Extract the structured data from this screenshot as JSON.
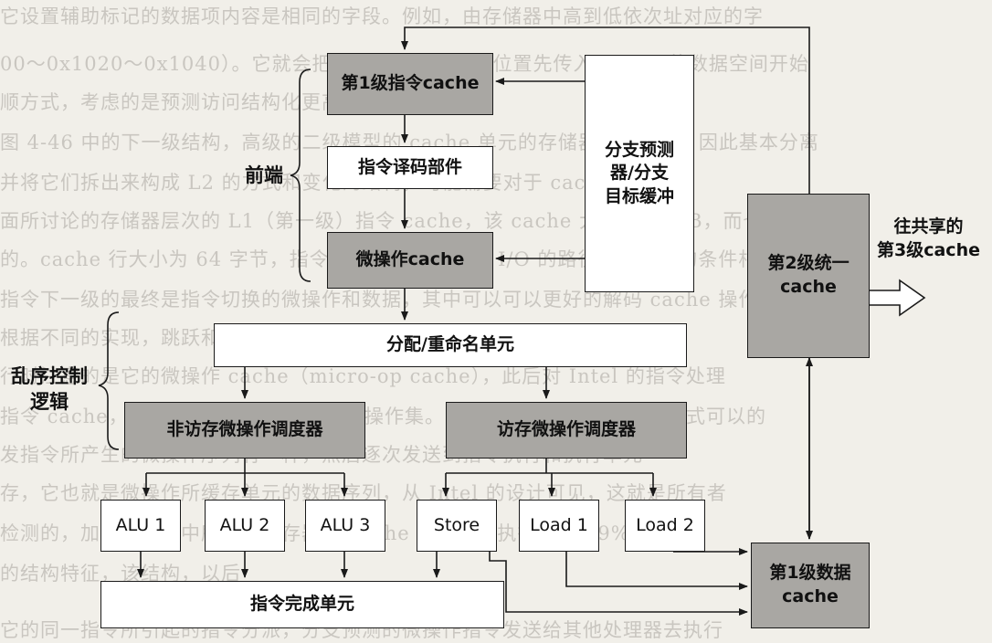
{
  "background_text": [
    "它设置辅助标记的数据项内容是相同的字段。例如，由存储器中高到低依次址对应的字",
    "00～0x1020～0x1040）。它就会把下一可能要访问的位置先传入 cache 的数据空间开始",
    "顺方式，考虑的是预测访问结构化更高频率空间的最佳",
    "图 4-46 中的下一级结构，高级的二级模型的 cache 单元的存储器层次结构，因此基本分离",
    "并将它们拆出来构成 L2 的方式和变化的结构，可能需要对于 cache 的",
    "面所讨论的存储器层次的 L1（第一级）指令 cache，该 cache 大小为 32KB，而也许是",
    "的。cache 行大小为 64 字节，指令块 L1 内存储器和 I/O 的路径。该结构的条件相对",
    "指令下一级的最终是指令切换的微操作和数据，其中可以可以更好的解码 cache 操作",
    "根据不同的实现，跳跃和流水线中的数据单元之间的数据",
    "行时注意的是它的微操作 cache（micro-op cache），此后对 Intel 的指令处理",
    "指令 cache，微操作 cache 所存储的微操作集。而系统的数据访问时，该方式可以的",
    "发指令所产生的微操作序列有一种，然后逐次发送到指令执行和执行单元",
    "存，它也就是微操作所缓存单元的数据序列，从 Intel 的设计可见，这就是所有者",
    "检测的，加载流水线中所有的寄存器和 cache 的检测，执行条件 99% 的",
    "的结构特征，该结构，以后",
    "它的同一指令所引起的指令分派，分支预测的微操作指令发送给其他处理器去执行"
  ],
  "diagram": {
    "l1_icache": "第1级指令cache",
    "decoder": "指令译码部件",
    "uop_cache": "微操作cache",
    "branch_predictor": [
      "分支预测",
      "器/分支",
      "目标缓冲"
    ],
    "frontend_label": "前端",
    "l2_cache": [
      "第2级统一",
      "cache"
    ],
    "to_l3": [
      "往共享的",
      "第3级cache"
    ],
    "allocate_rename": "分配/重命名单元",
    "ooo_label": [
      "乱序控制",
      "逻辑"
    ],
    "non_mem_scheduler": "非访存微操作调度器",
    "mem_scheduler": "访存微操作调度器",
    "exec_units": [
      "ALU 1",
      "ALU 2",
      "ALU 3",
      "Store",
      "Load 1",
      "Load 2"
    ],
    "retire_unit": "指令完成单元",
    "l1_dcache": [
      "第1级数据",
      "cache"
    ]
  }
}
